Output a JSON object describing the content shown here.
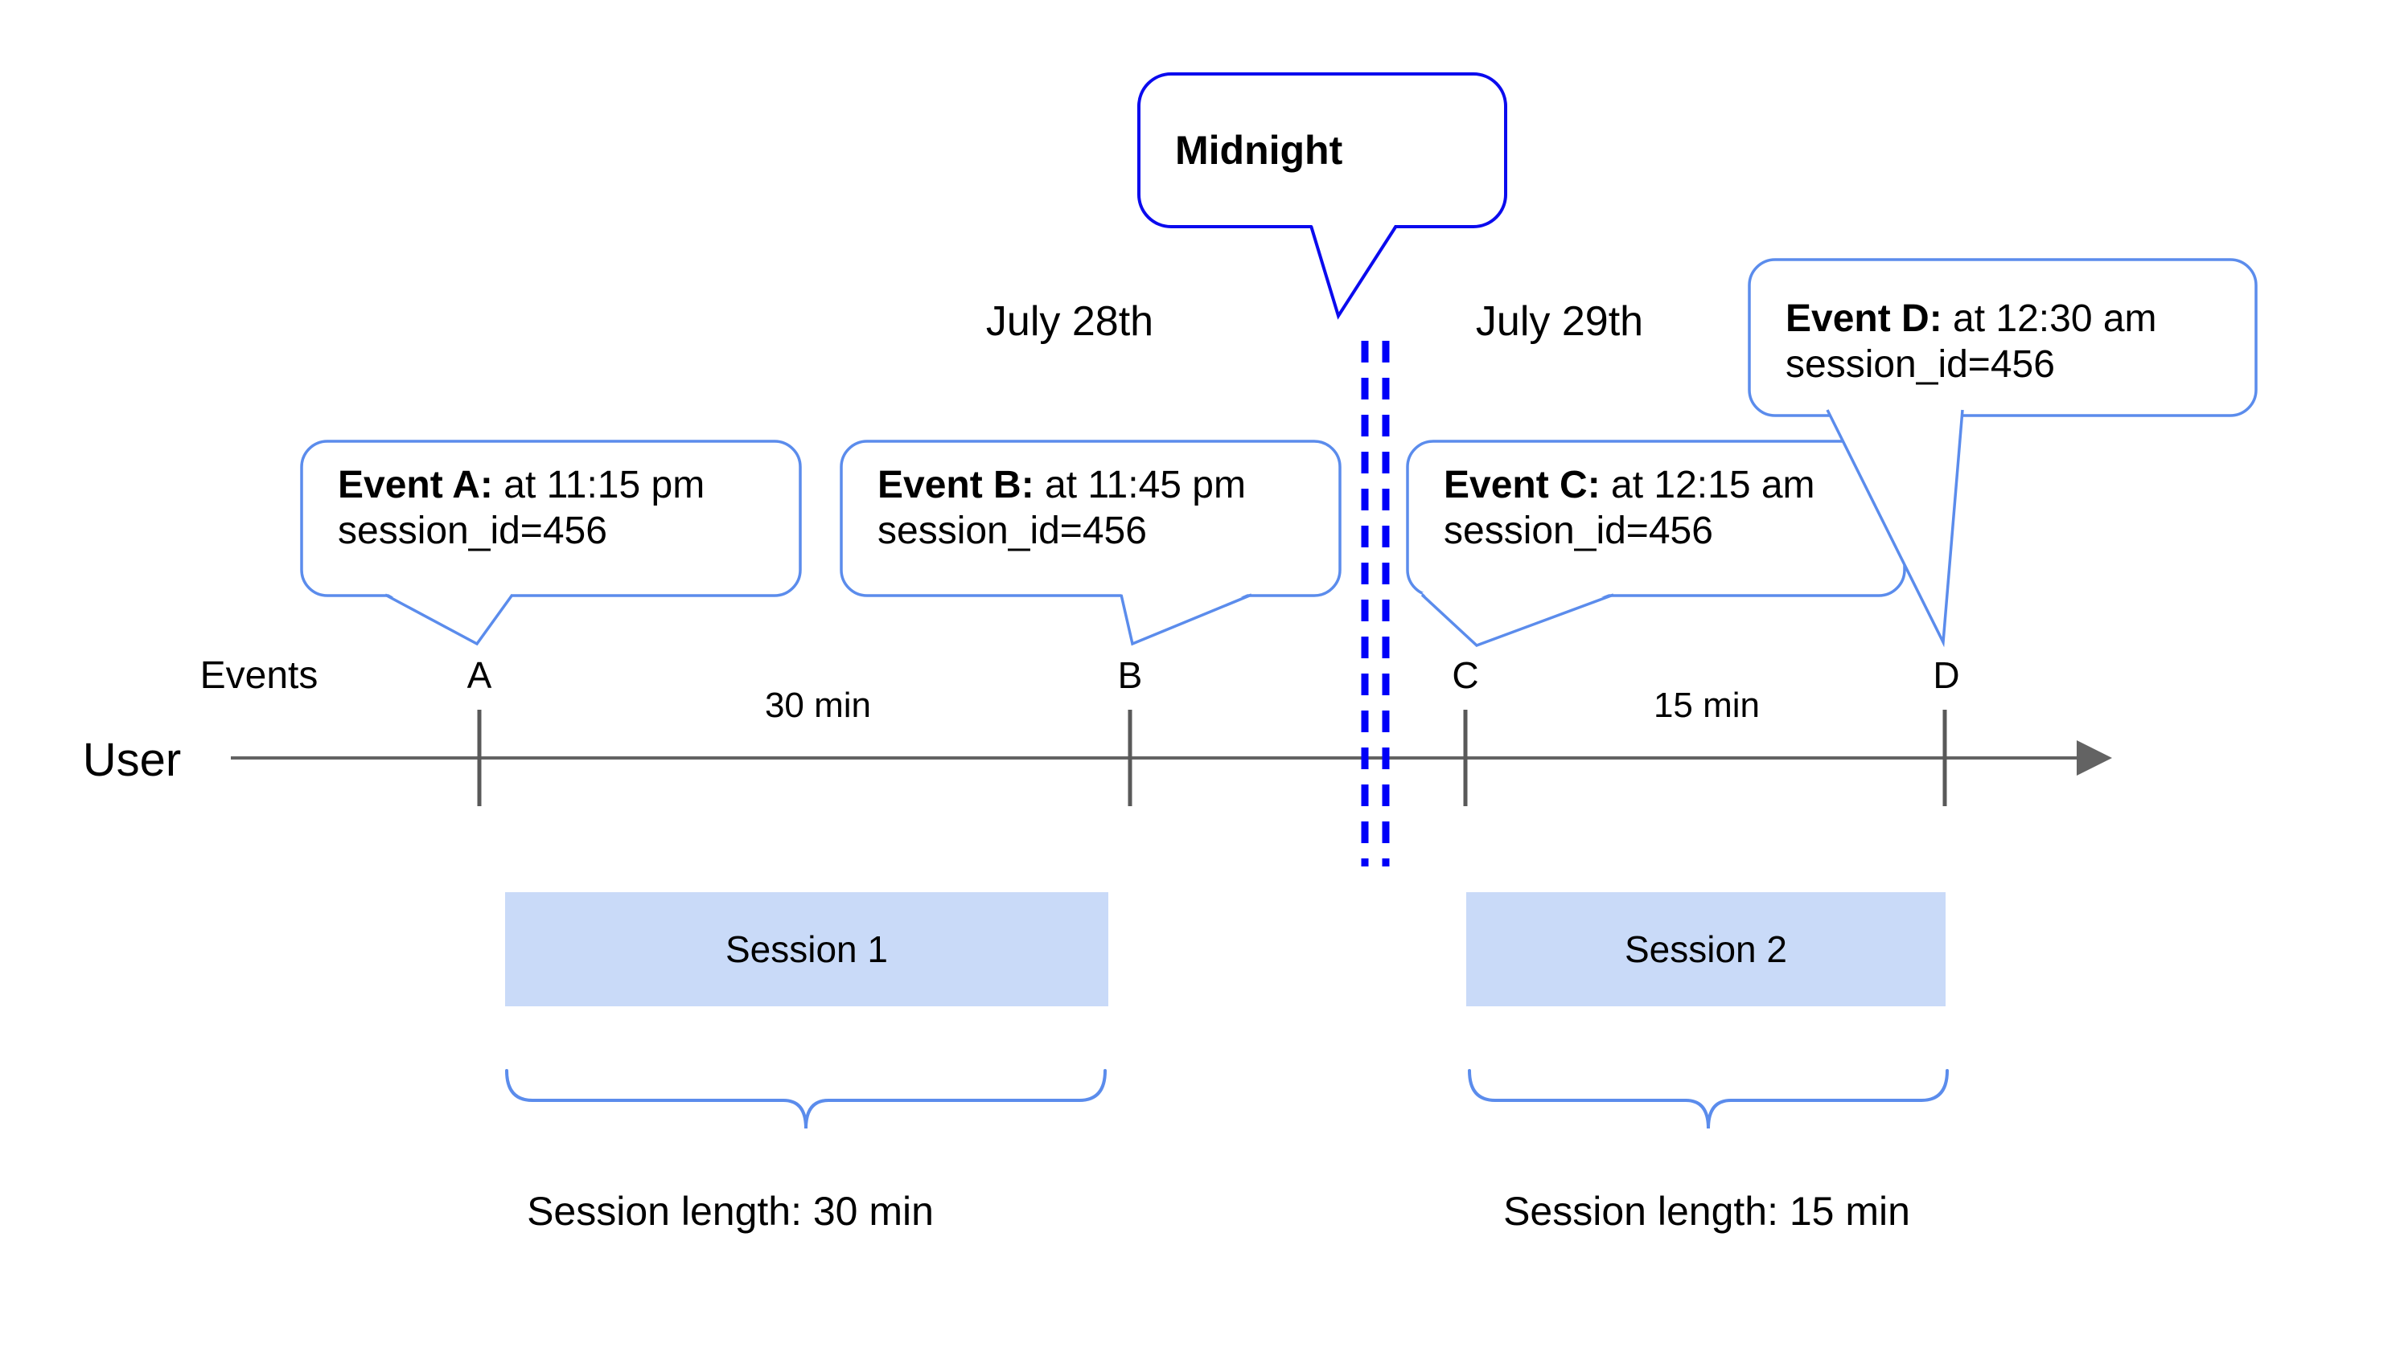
{
  "midnight": {
    "label": "Midnight"
  },
  "dates": {
    "left": "July 28th",
    "right": "July 29th"
  },
  "events": [
    {
      "tick": "A",
      "bold": "Event A:",
      "rest": " at 11:15 pm",
      "line2": "session_id=456"
    },
    {
      "tick": "B",
      "bold": "Event B:",
      "rest": " at 11:45 pm",
      "line2": "session_id=456"
    },
    {
      "tick": "C",
      "bold": "Event C:",
      "rest": " at 12:15 am",
      "line2": "session_id=456"
    },
    {
      "tick": "D",
      "bold": "Event D:",
      "rest": " at 12:30 am",
      "line2": "session_id=456"
    }
  ],
  "timeline": {
    "events_label": "Events",
    "user_label": "User",
    "interval_ab": "30 min",
    "interval_cd": "15 min"
  },
  "sessions": [
    {
      "name": "Session 1",
      "length_label": "Session length: 30 min"
    },
    {
      "name": "Session 2",
      "length_label": "Session length: 15 min"
    }
  ],
  "colors": {
    "callout_border": "#5b8cec",
    "midnight_border": "#0b0bee",
    "dashed_line": "#0000f8",
    "axis": "#636363",
    "tick": "#595959",
    "session_fill": "#c9daf8",
    "brace": "#5b8cec",
    "text": "#000000"
  }
}
